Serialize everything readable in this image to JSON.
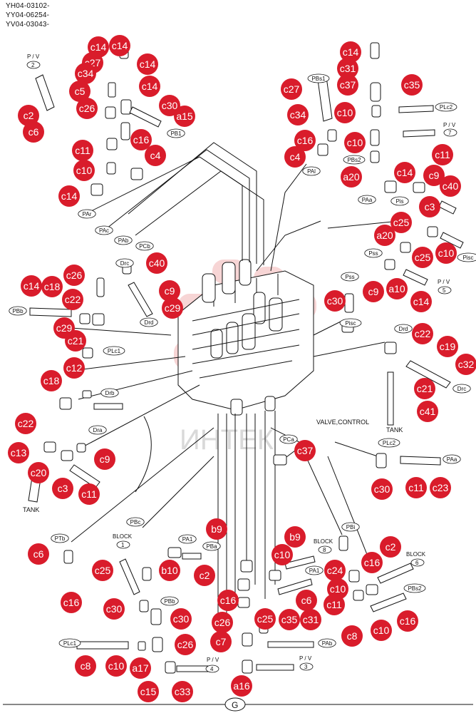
{
  "header": {
    "line1": "YH04-03102-",
    "line2": "YY04-06254-",
    "line3": "YV04-03043-"
  },
  "title": "VALVE,CONTROL",
  "watermark": "ИНТЕК",
  "footer_badge": "G",
  "block_labels": [
    {
      "text": "BLOCK",
      "num": "1"
    },
    {
      "text": "BLOCK",
      "num": "8"
    },
    {
      "text": "BLOCK",
      "num": "6"
    }
  ],
  "pv_labels": [
    {
      "text": "P / V",
      "num": "2"
    },
    {
      "text": "P / V",
      "num": "7"
    },
    {
      "text": "P / V",
      "num": "5"
    },
    {
      "text": "P / V",
      "num": "4"
    },
    {
      "text": "P / V",
      "num": "3"
    }
  ],
  "tank_labels": [
    "TANK",
    "TANK"
  ],
  "port_tags": [
    "PB1",
    "PAr",
    "PAc",
    "PAb",
    "PCb",
    "PBs1",
    "PLc2",
    "PBs2",
    "PAl",
    "PAa",
    "Pis",
    "Pss",
    "Pisc",
    "Drc",
    "Drd",
    "PBb",
    "PLc1",
    "Drb",
    "Dra",
    "Pss",
    "Pisc",
    "Drd",
    "Drc",
    "PCa",
    "PLc2",
    "PAa",
    "PBc",
    "PA1",
    "PBa",
    "PTb",
    "PBi",
    "PA1",
    "PBs2",
    "PBb",
    "PLc1",
    "PAb"
  ],
  "callouts": [
    "c14",
    "c14",
    "c27",
    "c14",
    "c34",
    "c14",
    "c5",
    "c26",
    "c30",
    "a15",
    "c2",
    "c6",
    "c16",
    "c11",
    "c4",
    "c10",
    "c14",
    "c14",
    "c31",
    "c27",
    "c37",
    "c35",
    "c34",
    "c10",
    "c16",
    "c10",
    "c4",
    "a20",
    "c11",
    "c14",
    "c9",
    "c40",
    "c3",
    "c25",
    "a20",
    "c10",
    "c25",
    "a10",
    "c9",
    "c14",
    "c30",
    "c26",
    "c14",
    "c18",
    "c22",
    "c9",
    "c29",
    "c40",
    "c29",
    "c21",
    "c12",
    "c18",
    "c22",
    "c19",
    "c32",
    "c21",
    "c41",
    "c22",
    "c13",
    "c20",
    "c3",
    "c11",
    "c9",
    "c37",
    "c30",
    "c11",
    "c23",
    "b9",
    "c6",
    "c25",
    "b10",
    "c2",
    "b9",
    "c10",
    "c2",
    "c24",
    "c16",
    "c10",
    "c11",
    "c8",
    "c16",
    "c25",
    "c7",
    "c6",
    "c26",
    "c30",
    "c35",
    "c31",
    "c10",
    "c16",
    "c16",
    "c30",
    "c26",
    "c8",
    "c10",
    "a17",
    "c15",
    "c33",
    "a16"
  ],
  "colors": {
    "callout": "#d91c2b",
    "line": "#111111",
    "watermark": "#f2b4b4"
  }
}
